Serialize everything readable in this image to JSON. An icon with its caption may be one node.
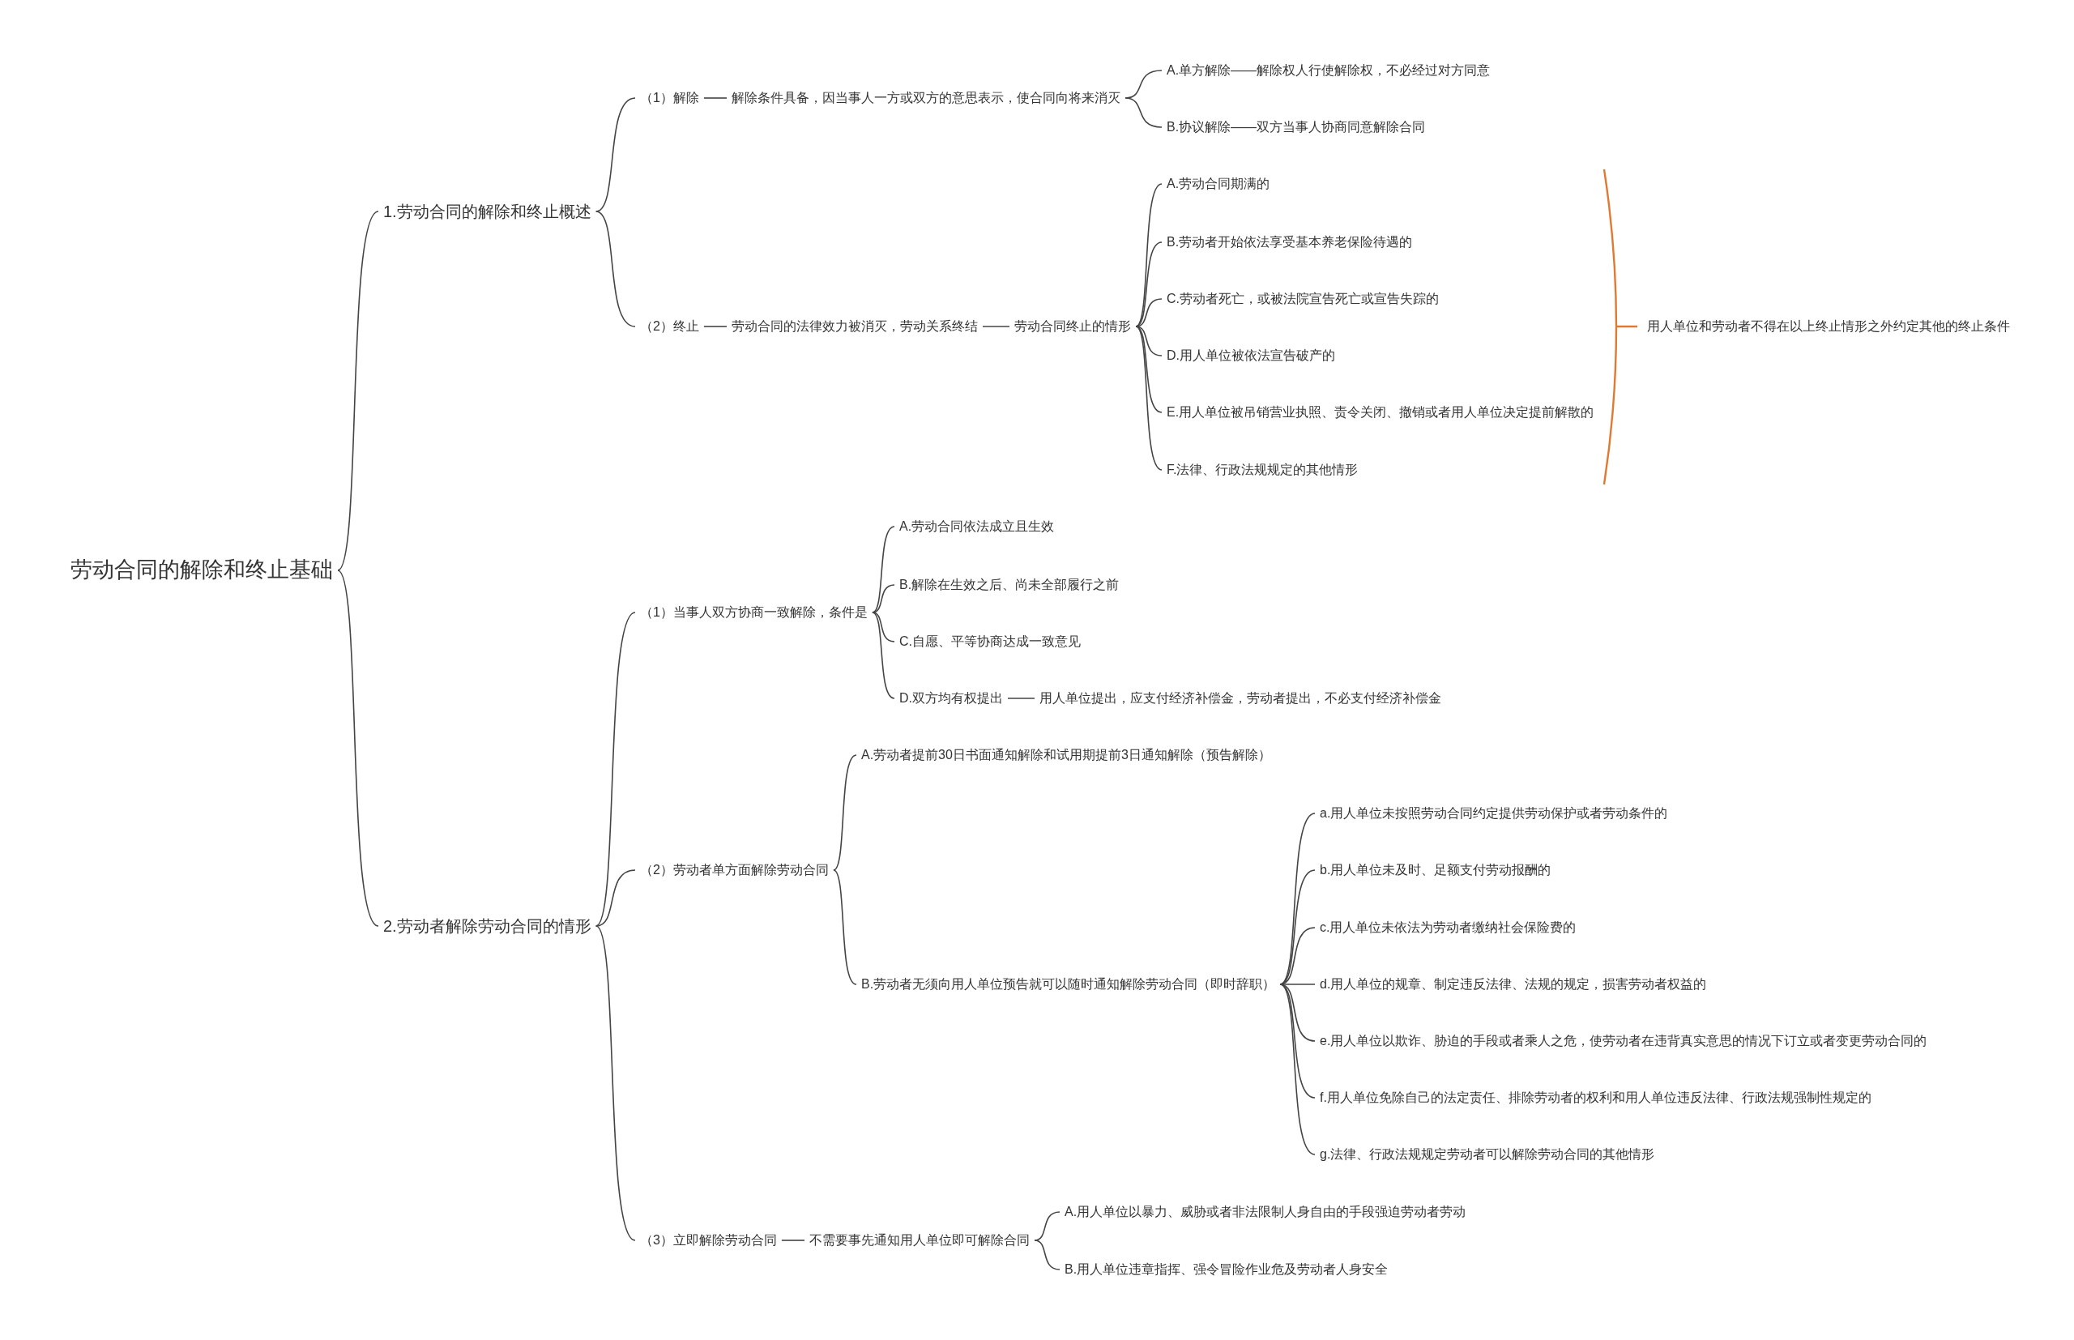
{
  "diagram": {
    "nodes": [
      {
        "text": [
          "劳动合同的解除和终止基础"
        ]
      },
      {
        "text": [
          "1.劳动合同的解除和终止概述"
        ]
      },
      {
        "text": [
          "（1）解除"
        ]
      },
      {
        "text": [
          "解除条件具备，因当事人一方或双方的意思表示，使合同向将来消灭"
        ]
      },
      {
        "text": [
          "A.单方解除——解除权人行使解除权，不必经过对方同意"
        ]
      },
      {
        "text": [
          "B.协议解除——双方当事人协商同意解除合同"
        ]
      },
      {
        "text": [
          "（2）终止"
        ]
      },
      {
        "text": [
          "劳动合同的法律效力被消灭，劳动关系终结"
        ]
      },
      {
        "text": [
          "劳动合同终止的情形"
        ]
      },
      {
        "text": [
          "A.劳动合同期满的"
        ]
      },
      {
        "text": [
          "B.劳动者开始依法享受基本养老保险待遇的"
        ]
      },
      {
        "text": [
          "C.劳动者死亡，或被法院宣告死亡或宣告失踪的"
        ]
      },
      {
        "text": [
          "D.用人单位被依法宣告破产的"
        ]
      },
      {
        "text": [
          "E.用人单位被吊销营业执照、责令关闭、撤销或者用人单位决定提前解散的"
        ]
      },
      {
        "text": [
          "F.法律、行政法规规定的其他情形"
        ]
      },
      {
        "text": [
          "用人单位和劳动者不得在以上终止情形之外约定其他的终止条件"
        ]
      },
      {
        "text": [
          "2.劳动者解除劳动合同的情形"
        ]
      },
      {
        "text": [
          "（1）当事人双方协商一致解除，条件是"
        ]
      },
      {
        "text": [
          "A.劳动合同依法成立且生效"
        ]
      },
      {
        "text": [
          "B.解除在生效之后、尚未全部履行之前"
        ]
      },
      {
        "text": [
          "C.自愿、平等协商达成一致意见"
        ]
      },
      {
        "text": [
          "D.双方均有权提出"
        ]
      },
      {
        "text": [
          "用人单位提出，应支付经济补偿金，劳动者提出，不必支付经济补偿金"
        ]
      },
      {
        "text": [
          "（2）劳动者单方面解除劳动合同"
        ]
      },
      {
        "text": [
          "A.劳动者提前30日书面通知解除和试用期提前3日通知解除（预告解除）"
        ]
      },
      {
        "text": [
          "B.劳动者无须向用人单位预告就可以随时通知解除劳动合同（即时辞职）"
        ]
      },
      {
        "text": [
          "a.用人单位未按照劳动合同约定提供劳动保护或者劳动条件的"
        ]
      },
      {
        "text": [
          "b.用人单位未及时、足额支付劳动报酬的"
        ]
      },
      {
        "text": [
          "c.用人单位未依法为劳动者缴纳社会保险费的"
        ]
      },
      {
        "text": [
          "d.用人单位的规章、制定违反法律、法规的规定，损害劳动者权益的"
        ]
      },
      {
        "text": [
          "e.用人单位以欺诈、胁迫的手段或者乘人之危，使劳动者在违背真实意思的情况下订立或者变更劳动合同的"
        ]
      },
      {
        "text": [
          "f.用人单位免除自己的法定责任、排除劳动者的权利和用人单位违反法律、行政法规强制性规定的"
        ]
      },
      {
        "text": [
          "g.法律、行政法规规定劳动者可以解除劳动合同的其他情形"
        ]
      },
      {
        "text": [
          "（3）立即解除劳动合同"
        ]
      },
      {
        "text": [
          "不需要事先通知用人单位即可解除合同"
        ]
      },
      {
        "text": [
          "A.用人单位以暴力、威胁或者非法限制人身自由的手段强迫劳动者劳动"
        ]
      },
      {
        "text": [
          "B.用人单位违章指挥、强令冒险作业危及劳动者人身安全"
        ]
      }
    ],
    "edges": [
      {
        "from": 0,
        "to": 1,
        "arrow": "none"
      },
      {
        "from": 0,
        "to": 16,
        "arrow": "none"
      },
      {
        "from": 1,
        "to": 2,
        "arrow": "none"
      },
      {
        "from": 1,
        "to": 6,
        "arrow": "none"
      },
      {
        "from": 2,
        "to": 3,
        "arrow": "none"
      },
      {
        "from": 3,
        "to": 4,
        "arrow": "none"
      },
      {
        "from": 3,
        "to": 5,
        "arrow": "none"
      },
      {
        "from": 6,
        "to": 7,
        "arrow": "none"
      },
      {
        "from": 7,
        "to": 8,
        "arrow": "none"
      },
      {
        "from": 8,
        "to": 9,
        "arrow": "none"
      },
      {
        "from": 8,
        "to": 10,
        "arrow": "none"
      },
      {
        "from": 8,
        "to": 11,
        "arrow": "none"
      },
      {
        "from": 8,
        "to": 12,
        "arrow": "none"
      },
      {
        "from": 8,
        "to": 13,
        "arrow": "none"
      },
      {
        "from": 8,
        "to": 14,
        "arrow": "none"
      },
      {
        "from": 16,
        "to": 17,
        "arrow": "none"
      },
      {
        "from": 16,
        "to": 23,
        "arrow": "none"
      },
      {
        "from": 16,
        "to": 33,
        "arrow": "none"
      },
      {
        "from": 17,
        "to": 18,
        "arrow": "none"
      },
      {
        "from": 17,
        "to": 19,
        "arrow": "none"
      },
      {
        "from": 17,
        "to": 20,
        "arrow": "none"
      },
      {
        "from": 17,
        "to": 21,
        "arrow": "none"
      },
      {
        "from": 21,
        "to": 22,
        "arrow": "none"
      },
      {
        "from": 23,
        "to": 24,
        "arrow": "none"
      },
      {
        "from": 23,
        "to": 25,
        "arrow": "none"
      },
      {
        "from": 25,
        "to": 26,
        "arrow": "none"
      },
      {
        "from": 25,
        "to": 27,
        "arrow": "none"
      },
      {
        "from": 25,
        "to": 28,
        "arrow": "none"
      },
      {
        "from": 25,
        "to": 29,
        "arrow": "none"
      },
      {
        "from": 25,
        "to": 30,
        "arrow": "none"
      },
      {
        "from": 25,
        "to": 31,
        "arrow": "none"
      },
      {
        "from": 25,
        "to": 32,
        "arrow": "none"
      },
      {
        "from": 33,
        "to": 34,
        "arrow": "none"
      },
      {
        "from": 34,
        "to": 35,
        "arrow": "none"
      },
      {
        "from": 34,
        "to": 36,
        "arrow": "none"
      }
    ]
  }
}
